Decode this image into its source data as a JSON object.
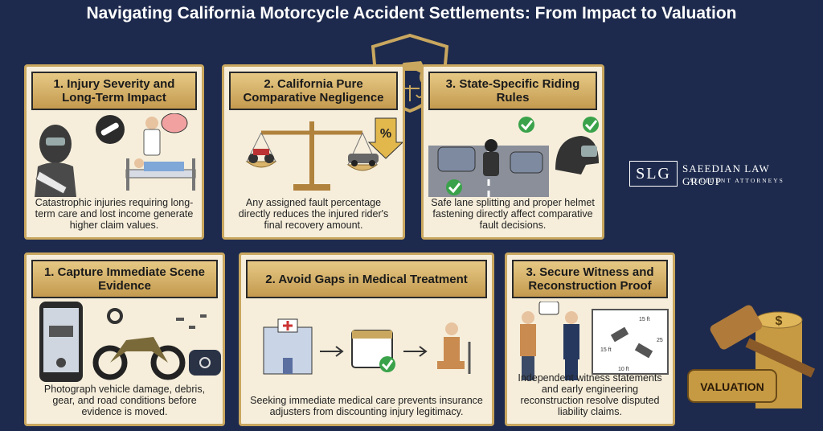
{
  "title": "Navigating California Motorcycle Accident Settlements: From Impact to Valuation",
  "cards": [
    {
      "heading": "1. Injury Severity and Long-Term Impact",
      "text": "Catastrophic injuries requiring long-term care and lost income generate higher claim values."
    },
    {
      "heading": "2. California Pure Comparative Negligence",
      "text": "Any assigned fault percentage directly reduces the injured rider's final recovery amount."
    },
    {
      "heading": "3. State-Specific Riding Rules",
      "text": "Safe lane splitting and proper helmet fastening directly affect comparative fault decisions."
    },
    {
      "heading": "1. Capture Immediate Scene Evidence",
      "text": "Photograph vehicle damage, debris, gear, and road conditions before evidence is moved."
    },
    {
      "heading": "2. Avoid Gaps in Medical Treatment",
      "text": "Seeking immediate medical care prevents insurance adjusters from discounting injury legitimacy."
    },
    {
      "heading": "3. Secure Witness and Reconstruction Proof",
      "text": "Independent witness statements and early engineering reconstruction resolve disputed liability claims."
    }
  ],
  "card3_art": {
    "percent": "%"
  },
  "card6_art": {
    "dim_a": "15 ft",
    "dim_b": "15 ft",
    "dim_c": "25",
    "dim_d": "10 ft"
  },
  "logo": {
    "mark": "SLG",
    "name": "SAEEDIAN LAW GROUP",
    "sub": "ACCIDENT ATTORNEYS"
  },
  "badge": {
    "coin_symbol": "$",
    "valuation_label": "VALUATION"
  }
}
